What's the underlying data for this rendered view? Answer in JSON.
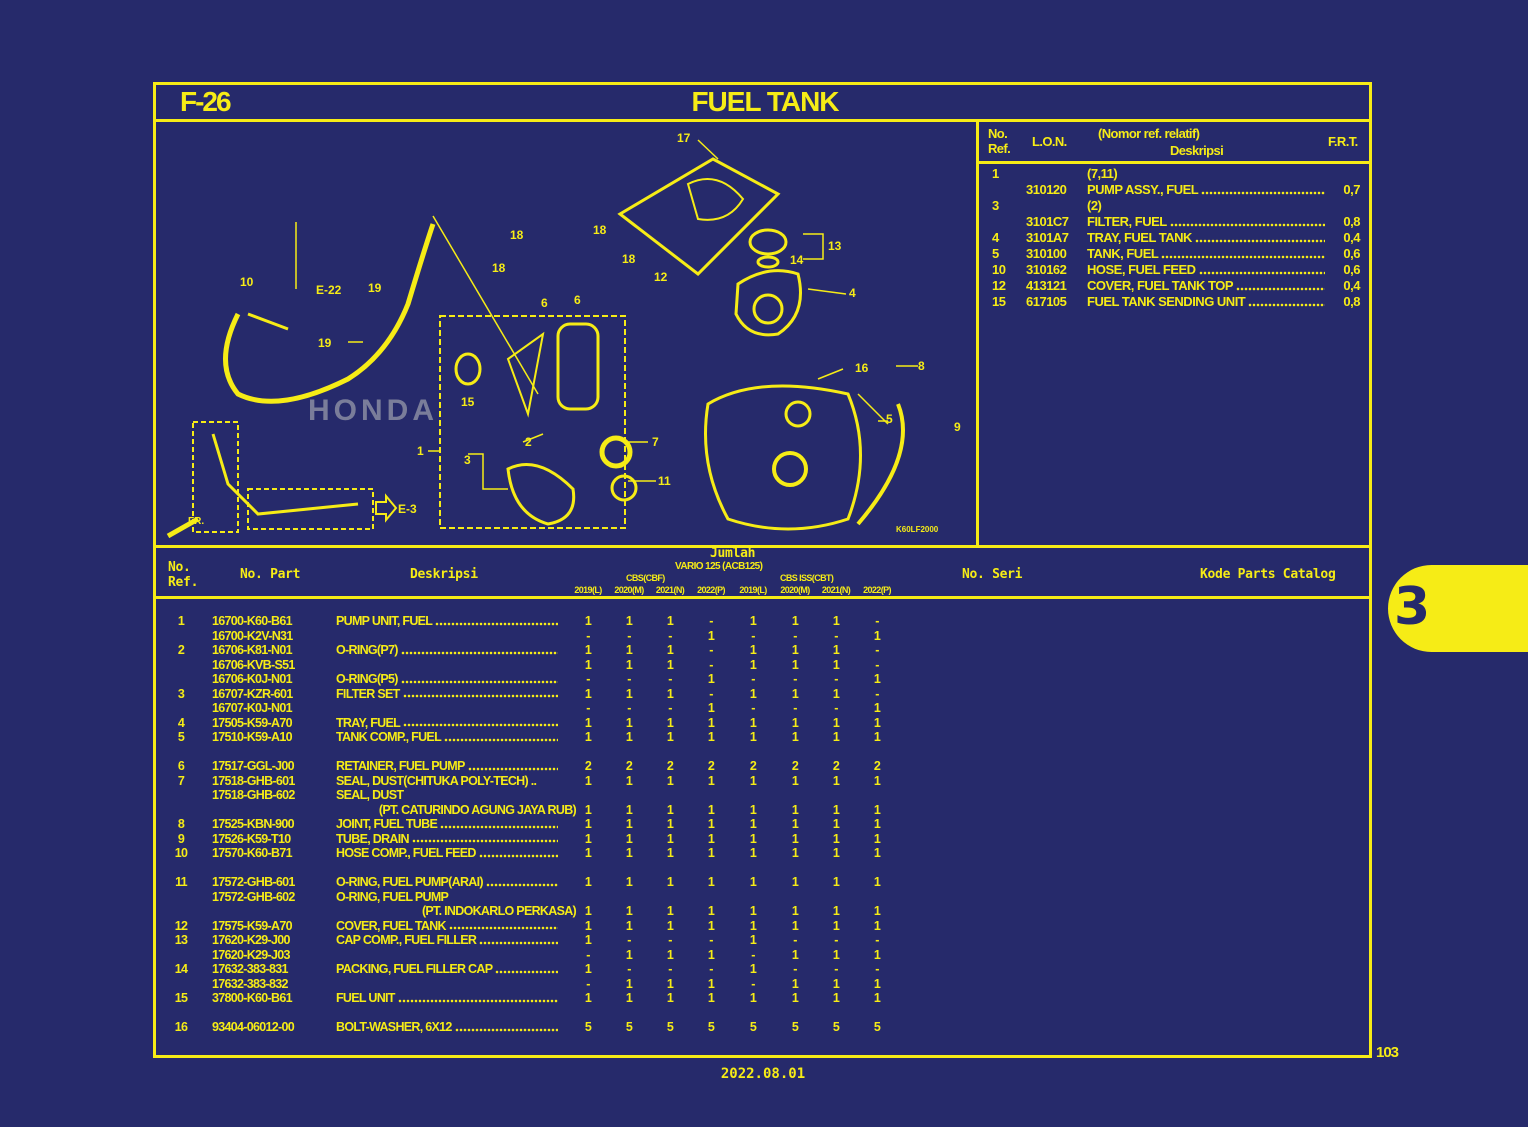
{
  "header": {
    "code": "F-26",
    "title": "FUEL TANK"
  },
  "diagram": {
    "labels": {
      "l17": "17",
      "l18a": "18",
      "l18b": "18",
      "l18c": "18",
      "l18d": "18",
      "l13": "13",
      "l14": "14",
      "l12": "12",
      "l6a": "6",
      "l6b": "6",
      "l4": "4",
      "l10": "10",
      "le22": "E-22",
      "l19a": "19",
      "l19b": "19",
      "l15": "15",
      "l16": "16",
      "l8": "8",
      "l5": "5",
      "l9": "9",
      "l2": "2",
      "l7": "7",
      "l3": "3",
      "l1": "1",
      "l11": "11",
      "le3": "E-3",
      "lfr": "FR.",
      "code": "K60LF2000"
    },
    "watermark": "HONDA"
  },
  "ref_table": {
    "headers": {
      "ref1": "No.",
      "ref2": "Ref.",
      "lon": "L.O.N.",
      "note": "(Nomor ref. relatif)",
      "desc": "Deskripsi",
      "frt": "F.R.T."
    },
    "rows": [
      {
        "ref": "1",
        "lon": "",
        "desc": "(7,11)",
        "frt": ""
      },
      {
        "ref": "",
        "lon": "310120",
        "desc": "PUMP ASSY., FUEL",
        "frt": "0,7"
      },
      {
        "ref": "3",
        "lon": "",
        "desc": "(2)",
        "frt": ""
      },
      {
        "ref": "",
        "lon": "3101C7",
        "desc": "FILTER, FUEL",
        "frt": "0,8"
      },
      {
        "ref": "4",
        "lon": "3101A7",
        "desc": "TRAY, FUEL TANK",
        "frt": "0,4"
      },
      {
        "ref": "5",
        "lon": "310100",
        "desc": "TANK, FUEL",
        "frt": "0,6"
      },
      {
        "ref": "10",
        "lon": "310162",
        "desc": "HOSE, FUEL FEED",
        "frt": "0,6"
      },
      {
        "ref": "12",
        "lon": "413121",
        "desc": "COVER, FUEL TANK TOP",
        "frt": "0,4"
      },
      {
        "ref": "15",
        "lon": "617105",
        "desc": "FUEL TANK SENDING UNIT",
        "frt": "0,8"
      }
    ]
  },
  "parts_table": {
    "headers": {
      "ref1": "No.",
      "ref2": "Ref.",
      "part": "No. Part",
      "desc": "Deskripsi",
      "qty": "Jumlah",
      "model": "VARIO 125 (ACB125)",
      "group1": "CBS(CBF)",
      "group2": "CBS ISS(CBT)",
      "years": [
        "2019(L)",
        "2020(M)",
        "2021(N)",
        "2022(P)",
        "2019(L)",
        "2020(M)",
        "2021(N)",
        "2022(P)"
      ],
      "serial": "No. Seri",
      "catalog": "Kode Parts Catalog"
    },
    "groups": [
      [
        {
          "ref": "1",
          "part": "16700-K60-B61",
          "desc": "PUMP UNIT, FUEL",
          "leader": true,
          "qty": [
            "1",
            "1",
            "1",
            "-",
            "1",
            "1",
            "1",
            "-"
          ]
        },
        {
          "ref": "",
          "part": "16700-K2V-N31",
          "desc": "",
          "leader": true,
          "qty": [
            "-",
            "-",
            "-",
            "1",
            "-",
            "-",
            "-",
            "1"
          ]
        },
        {
          "ref": "2",
          "part": "16706-K81-N01",
          "desc": "O-RING(P7)",
          "leader": true,
          "qty": [
            "1",
            "1",
            "1",
            "-",
            "1",
            "1",
            "1",
            "-"
          ]
        },
        {
          "ref": "",
          "part": "16706-KVB-S51",
          "desc": "",
          "leader": true,
          "qty": [
            "1",
            "1",
            "1",
            "-",
            "1",
            "1",
            "1",
            "-"
          ]
        },
        {
          "ref": "",
          "part": "16706-K0J-N01",
          "desc": "O-RING(P5)",
          "leader": true,
          "qty": [
            "-",
            "-",
            "-",
            "1",
            "-",
            "-",
            "-",
            "1"
          ]
        },
        {
          "ref": "3",
          "part": "16707-KZR-601",
          "desc": "FILTER SET",
          "leader": true,
          "qty": [
            "1",
            "1",
            "1",
            "-",
            "1",
            "1",
            "1",
            "-"
          ]
        },
        {
          "ref": "",
          "part": "16707-K0J-N01",
          "desc": "",
          "leader": true,
          "qty": [
            "-",
            "-",
            "-",
            "1",
            "-",
            "-",
            "-",
            "1"
          ]
        },
        {
          "ref": "4",
          "part": "17505-K59-A70",
          "desc": "TRAY, FUEL",
          "leader": true,
          "qty": [
            "1",
            "1",
            "1",
            "1",
            "1",
            "1",
            "1",
            "1"
          ]
        },
        {
          "ref": "5",
          "part": "17510-K59-A10",
          "desc": "TANK COMP., FUEL",
          "leader": true,
          "qty": [
            "1",
            "1",
            "1",
            "1",
            "1",
            "1",
            "1",
            "1"
          ]
        }
      ],
      [
        {
          "ref": "6",
          "part": "17517-GGL-J00",
          "desc": "RETAINER, FUEL PUMP",
          "leader": true,
          "qty": [
            "2",
            "2",
            "2",
            "2",
            "2",
            "2",
            "2",
            "2"
          ]
        },
        {
          "ref": "7",
          "part": "17518-GHB-601",
          "desc": "SEAL, DUST(CHITUKA POLY-TECH) ..",
          "leader": false,
          "qty": [
            "1",
            "1",
            "1",
            "1",
            "1",
            "1",
            "1",
            "1"
          ]
        },
        {
          "ref": "",
          "part": "17518-GHB-602",
          "desc": "SEAL, DUST",
          "leader": false,
          "qty": []
        },
        {
          "ref": "",
          "part": "",
          "desc": "(PT. CATURINDO AGUNG JAYA RUB)",
          "leader": false,
          "right": true,
          "qty": [
            "1",
            "1",
            "1",
            "1",
            "1",
            "1",
            "1",
            "1"
          ]
        },
        {
          "ref": "8",
          "part": "17525-KBN-900",
          "desc": "JOINT, FUEL TUBE",
          "leader": true,
          "qty": [
            "1",
            "1",
            "1",
            "1",
            "1",
            "1",
            "1",
            "1"
          ]
        },
        {
          "ref": "9",
          "part": "17526-K59-T10",
          "desc": "TUBE, DRAIN ",
          "leader": true,
          "qty": [
            "1",
            "1",
            "1",
            "1",
            "1",
            "1",
            "1",
            "1"
          ]
        },
        {
          "ref": "10",
          "part": "17570-K60-B71",
          "desc": "HOSE COMP., FUEL FEED",
          "leader": true,
          "qty": [
            "1",
            "1",
            "1",
            "1",
            "1",
            "1",
            "1",
            "1"
          ]
        }
      ],
      [
        {
          "ref": "11",
          "part": "17572-GHB-601",
          "desc": "O-RING, FUEL PUMP(ARAI)",
          "leader": true,
          "qty": [
            "1",
            "1",
            "1",
            "1",
            "1",
            "1",
            "1",
            "1"
          ]
        },
        {
          "ref": "",
          "part": "17572-GHB-602",
          "desc": "O-RING, FUEL PUMP",
          "leader": false,
          "qty": []
        },
        {
          "ref": "",
          "part": "",
          "desc": "(PT. INDOKARLO PERKASA)",
          "leader": false,
          "right": true,
          "qty": [
            "1",
            "1",
            "1",
            "1",
            "1",
            "1",
            "1",
            "1"
          ]
        },
        {
          "ref": "12",
          "part": "17575-K59-A70",
          "desc": "COVER, FUEL TANK",
          "leader": true,
          "qty": [
            "1",
            "1",
            "1",
            "1",
            "1",
            "1",
            "1",
            "1"
          ]
        },
        {
          "ref": "13",
          "part": "17620-K29-J00",
          "desc": "CAP COMP., FUEL FILLER",
          "leader": true,
          "qty": [
            "1",
            "-",
            "-",
            "-",
            "1",
            "-",
            "-",
            "-"
          ]
        },
        {
          "ref": "",
          "part": "17620-K29-J03",
          "desc": "",
          "leader": true,
          "qty": [
            "-",
            "1",
            "1",
            "1",
            "-",
            "1",
            "1",
            "1"
          ]
        },
        {
          "ref": "14",
          "part": "17632-383-831",
          "desc": "PACKING, FUEL FILLER CAP",
          "leader": true,
          "qty": [
            "1",
            "-",
            "-",
            "-",
            "1",
            "-",
            "-",
            "-"
          ]
        },
        {
          "ref": "",
          "part": "17632-383-832",
          "desc": "",
          "leader": true,
          "qty": [
            "-",
            "1",
            "1",
            "1",
            "-",
            "1",
            "1",
            "1"
          ]
        },
        {
          "ref": "15",
          "part": "37800-K60-B61",
          "desc": "FUEL UNIT",
          "leader": true,
          "qty": [
            "1",
            "1",
            "1",
            "1",
            "1",
            "1",
            "1",
            "1"
          ]
        }
      ],
      [
        {
          "ref": "16",
          "part": "93404-06012-00",
          "desc": "BOLT-WASHER, 6X12",
          "leader": true,
          "qty": [
            "5",
            "5",
            "5",
            "5",
            "5",
            "5",
            "5",
            "5"
          ]
        }
      ]
    ]
  },
  "side_tab": "3",
  "page_number": "103",
  "date": "2022.08.01",
  "colors": {
    "background": "#262a6b",
    "accent": "#f6ec16"
  }
}
